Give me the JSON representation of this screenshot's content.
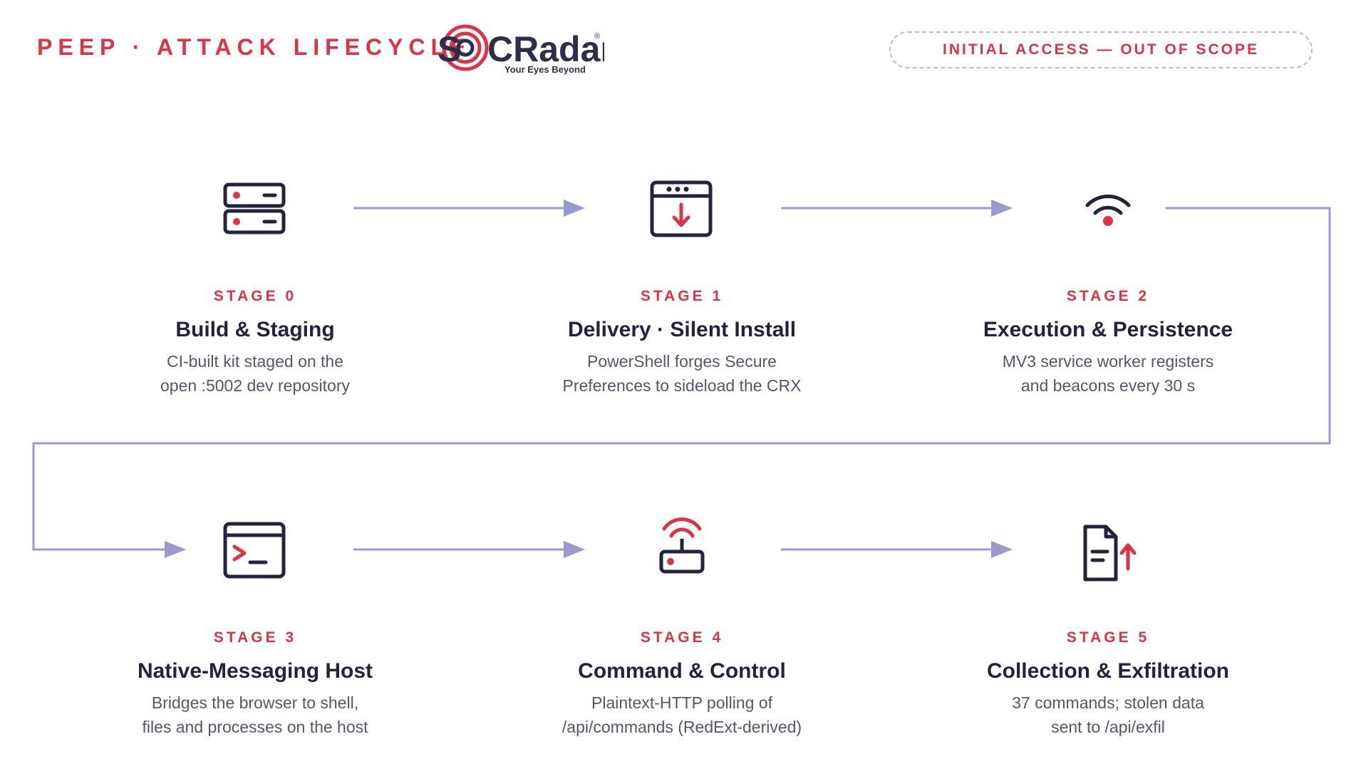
{
  "header": {
    "title": "PEEP · ATTACK LIFECYCLE",
    "logo": {
      "name": "SOCRadar",
      "registered": "®",
      "tagline": "Your Eyes Beyond"
    },
    "scope_badge": "INITIAL ACCESS — OUT OF SCOPE"
  },
  "colors": {
    "accent": "#e03246",
    "ink": "#23233f",
    "body_text": "#55556e",
    "connector": "#9a9ad0",
    "logo_navy": "#2c2f4a"
  },
  "stages": [
    {
      "label": "STAGE 0",
      "title": "Build & Staging",
      "desc": [
        "CI-built kit staged on the",
        "open :5002 dev repository"
      ],
      "icon": "server-icon"
    },
    {
      "label": "STAGE 1",
      "title": "Delivery · Silent Install",
      "desc": [
        "PowerShell forges Secure",
        "Preferences to sideload the CRX"
      ],
      "icon": "browser-download-icon"
    },
    {
      "label": "STAGE 2",
      "title": "Execution & Persistence",
      "desc": [
        "MV3 service worker registers",
        "and beacons every 30 s"
      ],
      "icon": "wifi-beacon-icon"
    },
    {
      "label": "STAGE 3",
      "title": "Native-Messaging Host",
      "desc": [
        "Bridges the browser to shell,",
        "files and processes on the host"
      ],
      "icon": "terminal-icon"
    },
    {
      "label": "STAGE 4",
      "title": "Command & Control",
      "desc": [
        "Plaintext-HTTP polling of",
        "/api/commands (RedExt-derived)"
      ],
      "icon": "router-icon"
    },
    {
      "label": "STAGE 5",
      "title": "Collection & Exfiltration",
      "desc": [
        "37 commands; stolen data",
        "sent to /api/exfil"
      ],
      "icon": "document-upload-icon"
    }
  ]
}
